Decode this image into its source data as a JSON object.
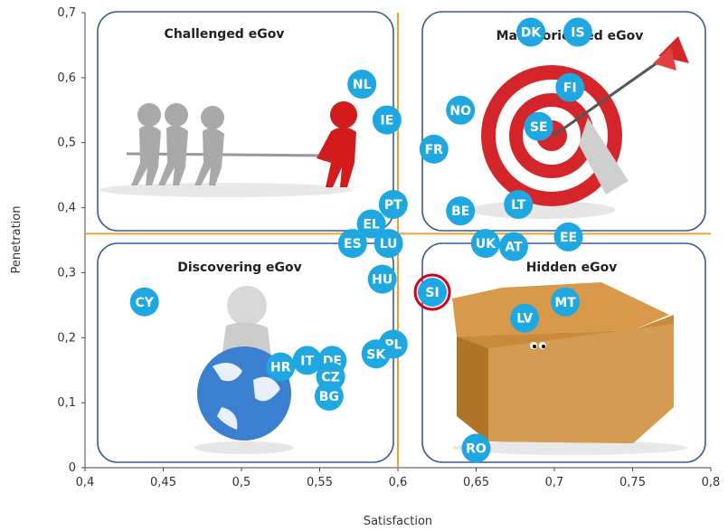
{
  "chart_data": {
    "type": "scatter",
    "xlabel": "Satisfaction",
    "ylabel": "Penetration",
    "xlim": [
      0.4,
      0.8
    ],
    "ylim": [
      0,
      0.7
    ],
    "x_ticks": [
      "0,4",
      "0,45",
      "0,5",
      "0,55",
      "0,6",
      "0,65",
      "0,7",
      "0,75",
      "0,8"
    ],
    "y_ticks": [
      "0",
      "0,1",
      "0,2",
      "0,3",
      "0,4",
      "0,5",
      "0,6",
      "0,7"
    ],
    "grid": false,
    "threshold_x": 0.6,
    "threshold_y": 0.36,
    "threshold_color": "#f0a030",
    "bubble_color": "#1ea7e1",
    "highlight_color": "#d0021b",
    "quadrants": [
      {
        "name": "Challenged eGov"
      },
      {
        "name": "Markt oriented eGov"
      },
      {
        "name": "Discovering eGov"
      },
      {
        "name": "Hidden eGov"
      }
    ],
    "points": [
      {
        "label": "DK",
        "x": 0.685,
        "y": 0.67
      },
      {
        "label": "IS",
        "x": 0.715,
        "y": 0.67
      },
      {
        "label": "NL",
        "x": 0.577,
        "y": 0.59
      },
      {
        "label": "FI",
        "x": 0.71,
        "y": 0.585
      },
      {
        "label": "IE",
        "x": 0.593,
        "y": 0.535
      },
      {
        "label": "NO",
        "x": 0.64,
        "y": 0.55
      },
      {
        "label": "SE",
        "x": 0.69,
        "y": 0.525
      },
      {
        "label": "FR",
        "x": 0.623,
        "y": 0.49
      },
      {
        "label": "PT",
        "x": 0.597,
        "y": 0.405
      },
      {
        "label": "BE",
        "x": 0.64,
        "y": 0.395
      },
      {
        "label": "LT",
        "x": 0.677,
        "y": 0.405
      },
      {
        "label": "EL",
        "x": 0.583,
        "y": 0.375
      },
      {
        "label": "ES",
        "x": 0.571,
        "y": 0.345
      },
      {
        "label": "LU",
        "x": 0.594,
        "y": 0.345
      },
      {
        "label": "UK",
        "x": 0.656,
        "y": 0.345
      },
      {
        "label": "AT",
        "x": 0.674,
        "y": 0.34
      },
      {
        "label": "EE",
        "x": 0.709,
        "y": 0.355
      },
      {
        "label": "HU",
        "x": 0.59,
        "y": 0.29
      },
      {
        "label": "SI",
        "x": 0.622,
        "y": 0.27,
        "highlight": true
      },
      {
        "label": "CY",
        "x": 0.438,
        "y": 0.255
      },
      {
        "label": "MT",
        "x": 0.707,
        "y": 0.255
      },
      {
        "label": "LV",
        "x": 0.681,
        "y": 0.23
      },
      {
        "label": "PL",
        "x": 0.597,
        "y": 0.19
      },
      {
        "label": "SK",
        "x": 0.586,
        "y": 0.175
      },
      {
        "label": "IT",
        "x": 0.542,
        "y": 0.165
      },
      {
        "label": "DE",
        "x": 0.558,
        "y": 0.165
      },
      {
        "label": "HR",
        "x": 0.525,
        "y": 0.155
      },
      {
        "label": "CZ",
        "x": 0.557,
        "y": 0.14
      },
      {
        "label": "BG",
        "x": 0.556,
        "y": 0.11
      },
      {
        "label": "RO",
        "x": 0.65,
        "y": 0.03
      }
    ]
  }
}
